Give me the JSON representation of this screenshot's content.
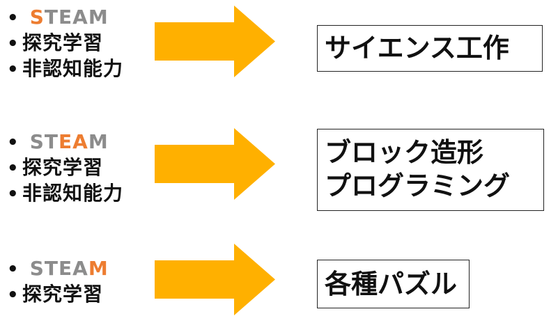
{
  "colors": {
    "accent": "#ed7d31",
    "muted": "#8c8c8c",
    "arrow": "#ffb000",
    "text": "#111111"
  },
  "groups": [
    {
      "steam_highlight_index": 0,
      "items": [
        "探究学習",
        "非認知能力"
      ],
      "box_lines": [
        "サイエンス工作"
      ]
    },
    {
      "steam_highlight_index": 2,
      "items": [
        "探究学習",
        "非認知能力"
      ],
      "box_lines": [
        "ブロック造形",
        "プログラミング"
      ]
    },
    {
      "steam_highlight_index": 4,
      "items": [
        "探究学習"
      ],
      "box_lines": [
        "各種パズル"
      ]
    }
  ],
  "steam_letters": [
    "S",
    "T",
    "E",
    "A",
    "M"
  ]
}
